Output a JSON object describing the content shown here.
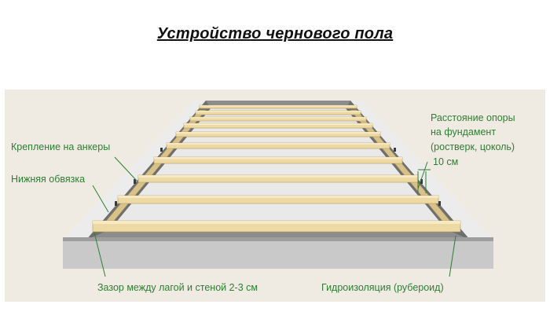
{
  "title": "Устройство чернового пола",
  "labels": {
    "anchors": "Крепление на анкеры",
    "bottom_strapping": "Нижняя обвязка",
    "support_distance": [
      "Расстояние опоры",
      "на фундамент",
      "(ростверк, цоколь)"
    ],
    "ten_cm": "10 см",
    "gap": "Зазор между лагой и стеной 2-3 см",
    "waterproofing": "Гидроизоляция (рубероид)"
  },
  "colors": {
    "label_green": "#2e7d32",
    "timber": "#ecd9a4",
    "concrete": "#bdbdbd",
    "wall_top": "#ededed",
    "membrane": "#6e6e6e",
    "background_panel": "#efebe3"
  }
}
